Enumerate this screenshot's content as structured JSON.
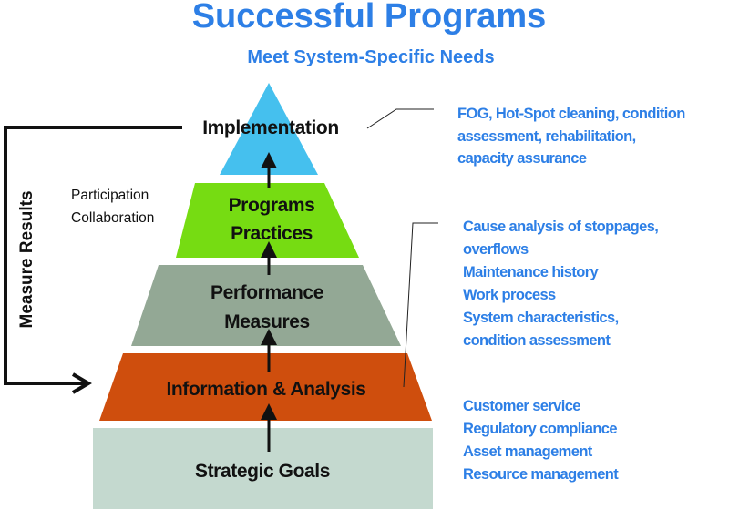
{
  "title": "Successful Programs",
  "subtitle": "Meet System-Specific Needs",
  "colors": {
    "accent": "#2d7fe6",
    "implementation": "#45c0ee",
    "programs": "#76dc12",
    "performance": "#93a895",
    "information": "#cf4e0d",
    "strategic": "#c4d9cf"
  },
  "levels": {
    "implementation": "Implementation",
    "programs": [
      "Programs",
      "Practices"
    ],
    "performance": [
      "Performance",
      "Measures"
    ],
    "information": "Information & Analysis",
    "strategic": "Strategic Goals"
  },
  "side": {
    "measure_results": "Measure Results",
    "participation": "Participation",
    "collaboration": "Collaboration"
  },
  "notes": {
    "implementation": [
      "FOG, Hot-Spot cleaning, condition",
      "assessment, rehabilitation,",
      "capacity assurance"
    ],
    "information": [
      "Cause analysis of stoppages,",
      "overflows",
      "Maintenance history",
      "Work process",
      "System characteristics,",
      "condition assessment"
    ],
    "strategic": [
      "Customer service",
      "Regulatory compliance",
      "Asset management",
      "Resource management"
    ]
  }
}
